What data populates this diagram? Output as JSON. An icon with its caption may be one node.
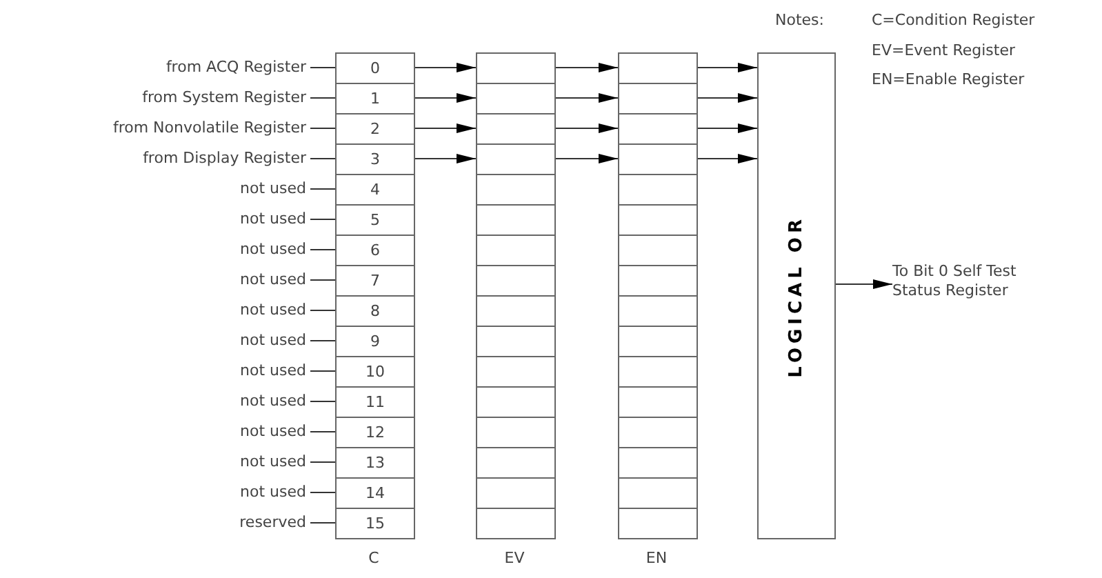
{
  "diagram": {
    "nodes": [
      {
        "text": [
          "from ACQ Register"
        ]
      },
      {
        "text": [
          "from System Register"
        ]
      },
      {
        "text": [
          "from Nonvolatile Register"
        ]
      },
      {
        "text": [
          "from Display Register"
        ]
      },
      {
        "text": [
          "not used"
        ]
      },
      {
        "text": [
          "not used"
        ]
      },
      {
        "text": [
          "not used"
        ]
      },
      {
        "text": [
          "not used"
        ]
      },
      {
        "text": [
          "not used"
        ]
      },
      {
        "text": [
          "not used"
        ]
      },
      {
        "text": [
          "not used"
        ]
      },
      {
        "text": [
          "not used"
        ]
      },
      {
        "text": [
          "not used"
        ]
      },
      {
        "text": [
          "not used"
        ]
      },
      {
        "text": [
          "not used"
        ]
      },
      {
        "text": [
          "reserved"
        ]
      },
      {
        "text": [
          "0"
        ]
      },
      {
        "text": [
          "1"
        ]
      },
      {
        "text": [
          "2"
        ]
      },
      {
        "text": [
          "3"
        ]
      },
      {
        "text": [
          "4"
        ]
      },
      {
        "text": [
          "5"
        ]
      },
      {
        "text": [
          "6"
        ]
      },
      {
        "text": [
          "7"
        ]
      },
      {
        "text": [
          "8"
        ]
      },
      {
        "text": [
          "9"
        ]
      },
      {
        "text": [
          "10"
        ]
      },
      {
        "text": [
          "11"
        ]
      },
      {
        "text": [
          "12"
        ]
      },
      {
        "text": [
          "13"
        ]
      },
      {
        "text": [
          "14"
        ]
      },
      {
        "text": [
          "15"
        ]
      },
      {
        "text": [],
        "shape": "box"
      },
      {
        "text": [],
        "shape": "box"
      },
      {
        "text": [],
        "shape": "box"
      },
      {
        "text": [],
        "shape": "box"
      },
      {
        "text": [],
        "shape": "box"
      },
      {
        "text": [],
        "shape": "box"
      },
      {
        "text": [],
        "shape": "box"
      },
      {
        "text": [],
        "shape": "box"
      },
      {
        "text": [],
        "shape": "box"
      },
      {
        "text": [],
        "shape": "box"
      },
      {
        "text": [],
        "shape": "box"
      },
      {
        "text": [],
        "shape": "box"
      },
      {
        "text": [],
        "shape": "box"
      },
      {
        "text": [],
        "shape": "box"
      },
      {
        "text": [],
        "shape": "box"
      },
      {
        "text": [],
        "shape": "box"
      },
      {
        "text": [],
        "shape": "box"
      },
      {
        "text": [],
        "shape": "box"
      },
      {
        "text": [],
        "shape": "box"
      },
      {
        "text": [],
        "shape": "box"
      },
      {
        "text": [],
        "shape": "box"
      },
      {
        "text": [],
        "shape": "box"
      },
      {
        "text": [],
        "shape": "box"
      },
      {
        "text": [],
        "shape": "box"
      },
      {
        "text": [],
        "shape": "box"
      },
      {
        "text": [],
        "shape": "box"
      },
      {
        "text": [],
        "shape": "box"
      },
      {
        "text": [],
        "shape": "box"
      },
      {
        "text": [],
        "shape": "box"
      },
      {
        "text": [],
        "shape": "box"
      },
      {
        "text": [],
        "shape": "box"
      },
      {
        "text": [],
        "shape": "box"
      },
      {
        "text": [
          "LOGICAL OR"
        ]
      },
      {
        "text": [
          "To Bit 0 Self Test Status Register"
        ]
      }
    ],
    "edges": [
      {
        "from": 0,
        "to": 16,
        "arrow": "none"
      },
      {
        "from": 1,
        "to": 17,
        "arrow": "none"
      },
      {
        "from": 2,
        "to": 18,
        "arrow": "none"
      },
      {
        "from": 3,
        "to": 19,
        "arrow": "none"
      },
      {
        "from": 4,
        "to": 20,
        "arrow": "none"
      },
      {
        "from": 5,
        "to": 21,
        "arrow": "none"
      },
      {
        "from": 6,
        "to": 22,
        "arrow": "none"
      },
      {
        "from": 7,
        "to": 23,
        "arrow": "none"
      },
      {
        "from": 8,
        "to": 24,
        "arrow": "none"
      },
      {
        "from": 9,
        "to": 25,
        "arrow": "none"
      },
      {
        "from": 10,
        "to": 26,
        "arrow": "none"
      },
      {
        "from": 11,
        "to": 27,
        "arrow": "none"
      },
      {
        "from": 12,
        "to": 28,
        "arrow": "none"
      },
      {
        "from": 13,
        "to": 29,
        "arrow": "none"
      },
      {
        "from": 14,
        "to": 30,
        "arrow": "none"
      },
      {
        "from": 15,
        "to": 31,
        "arrow": "none"
      },
      {
        "from": 16,
        "to": 32,
        "arrow": "to"
      },
      {
        "from": 17,
        "to": 33,
        "arrow": "to"
      },
      {
        "from": 18,
        "to": 34,
        "arrow": "to"
      },
      {
        "from": 19,
        "to": 35,
        "arrow": "to"
      },
      {
        "from": 32,
        "to": 48,
        "arrow": "to"
      },
      {
        "from": 33,
        "to": 49,
        "arrow": "to"
      },
      {
        "from": 34,
        "to": 50,
        "arrow": "to"
      },
      {
        "from": 35,
        "to": 51,
        "arrow": "to"
      },
      {
        "from": 48,
        "to": 64,
        "arrow": "to"
      },
      {
        "from": 49,
        "to": 64,
        "arrow": "to"
      },
      {
        "from": 50,
        "to": 64,
        "arrow": "to"
      },
      {
        "from": 51,
        "to": 64,
        "arrow": "to"
      },
      {
        "from": 64,
        "to": 65,
        "arrow": "to"
      }
    ],
    "labels": [
      "Notes:",
      "C=Condition Register",
      "EV=Event Register",
      "EN=Enable Register",
      "C",
      "EV",
      "EN"
    ]
  }
}
